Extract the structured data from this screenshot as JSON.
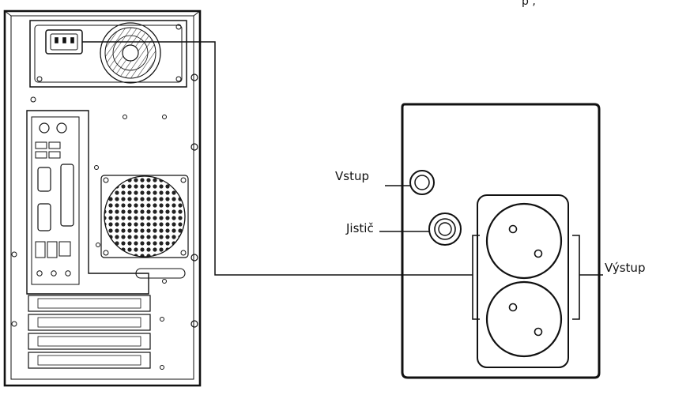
{
  "labels": {
    "input": "Vstup",
    "breaker": "Jistič",
    "output": "Výstup",
    "top_partial": "p    ,"
  },
  "colors": {
    "line": "#111111",
    "background": "#ffffff"
  },
  "icons": {
    "pc": "computer-tower-rear-icon",
    "ups": "ups-rear-panel-icon",
    "socket": "power-socket-icon"
  }
}
